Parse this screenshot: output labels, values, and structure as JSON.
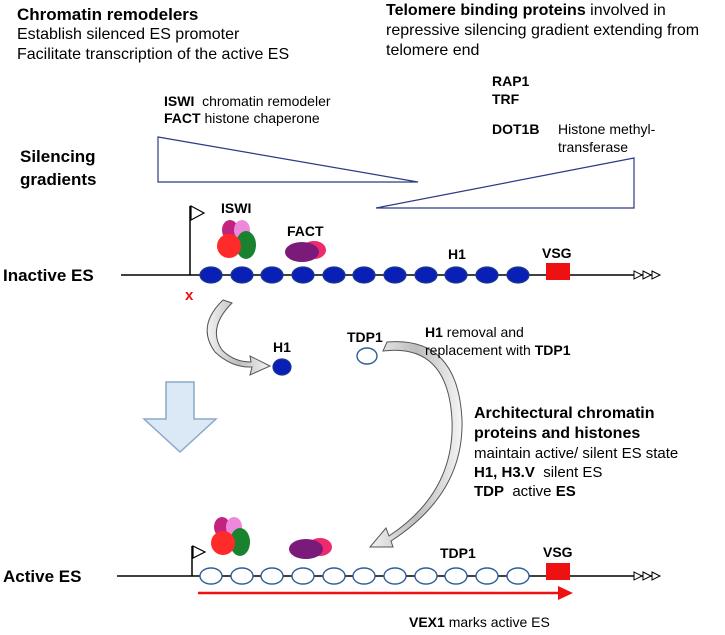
{
  "chromatin_remodelers": {
    "title": "Chromatin remodelers",
    "line1": "Establish silenced ES promoter",
    "line2": "Facilitate transcription of the active ES"
  },
  "telomere": {
    "title_bold": "Telomere binding proteins",
    "title_rest": " involved in",
    "line2": "repressive silencing gradient extending from",
    "line3": "telomere end",
    "rap1": "RAP1",
    "trf": "TRF",
    "dot1b": "DOT1B",
    "dot1b_desc1": "Histone methyl-",
    "dot1b_desc2": "transferase"
  },
  "remodeler_list": {
    "iswi": "ISWI",
    "iswi_desc": "chromatin remodeler",
    "fact": "FACT",
    "fact_desc": "histone chaperone"
  },
  "silencing": {
    "line1": "Silencing",
    "line2": "gradients"
  },
  "inactive": {
    "label": "Inactive ES",
    "iswi": "ISWI",
    "fact": "FACT",
    "h1": "H1",
    "vsg": "VSG",
    "promoter_mark": "x"
  },
  "transition": {
    "h1": "H1",
    "tdp1": "TDP1",
    "note_bold1": "H1",
    "note_rest1": " removal and",
    "note_line2": "replacement with ",
    "note_bold2": "TDP1"
  },
  "architectural": {
    "title1": "Architectural chromatin",
    "title2": "proteins and histones",
    "line1": "maintain active/ silent ES state",
    "h1_h3v": "H1, H3.V",
    "silent": "silent ES",
    "tdp": "TDP",
    "active": "active",
    "es": "ES"
  },
  "active": {
    "label": "Active ES",
    "tdp1": "TDP1",
    "vsg": "VSG",
    "vex1": "VEX1",
    "vex1_rest": " marks active ES"
  },
  "colors": {
    "nucleosome_fill": "#0a1fb5",
    "nucleosome_stroke": "#1b3b8f",
    "open_nucleosome_stroke": "#2e5e99",
    "vsg_red": "#ee1111",
    "transcription_arrow": "#ee1111",
    "gradient_outline": "#2b3a84",
    "big_arrow_fill": "#dbe8f5",
    "big_arrow_stroke": "#8aa9c9",
    "curved_arrow_fill": "#c8c8c8",
    "iswi_magenta": "#c2237e",
    "iswi_pink": "#ee88dd",
    "iswi_red": "#ff2a2a",
    "iswi_green": "#18822e",
    "fact_purple": "#7a1b7a",
    "fact_pink": "#ee2a6e"
  },
  "icons": {
    "promoter_flag": "flag-icon",
    "telomere_repeats": "triple-chevron-icon",
    "down_arrow": "block-arrow-down-icon"
  }
}
